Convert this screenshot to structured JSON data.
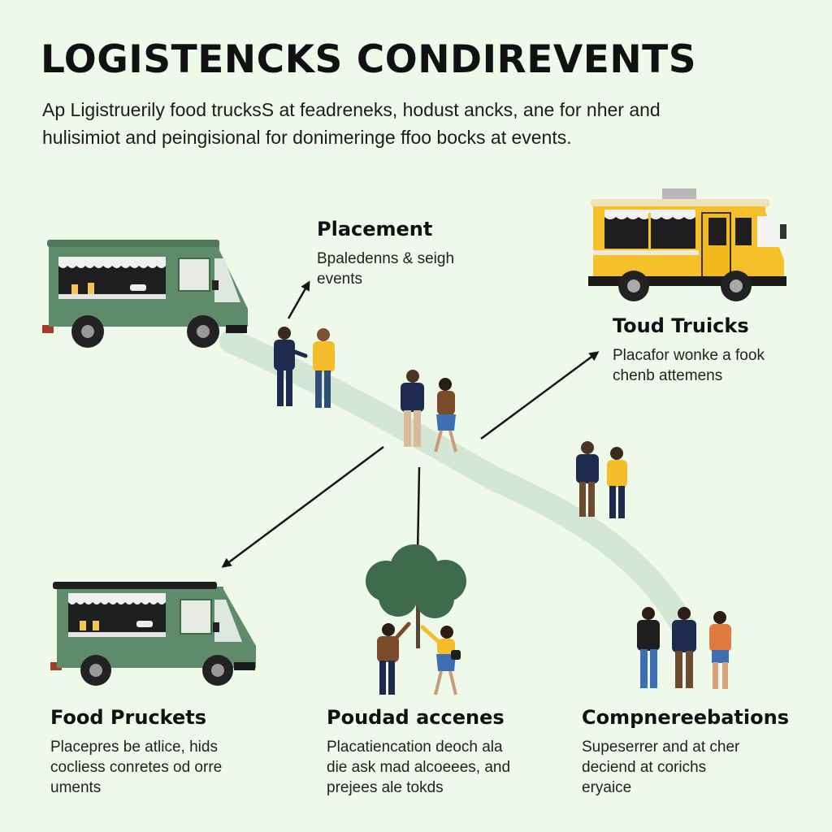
{
  "title": "LOGISTENCKS CONDIREVENTS",
  "subtitle": [
    "Ap Ligistruerily food trucksS at feadreneks, hodust ancks, ane for nher and",
    "hulisimiot and peingisional for donimeringe ffoo bocks at events."
  ],
  "blocks": {
    "placement": {
      "heading": "Placement",
      "lines": [
        "Bpaledenns & seigh",
        "events"
      ]
    },
    "toud_trucks": {
      "heading": "Toud Truicks",
      "lines": [
        "Placafor wonke a fook",
        "chenb attemens"
      ]
    },
    "food_pruckets": {
      "heading": "Food Pruckets",
      "lines": [
        "Placepres be atlice, hids",
        "cocliess conretes od orre",
        "uments"
      ]
    },
    "poudad_accenes": {
      "heading": "Poudad accenes",
      "lines": [
        "Placatiencation deoch ala",
        "die ask mad alcoeees, and",
        "prejees ale tokds"
      ]
    },
    "compnereebations": {
      "heading": "Compnereebations",
      "lines": [
        "Supeserrer and at cher",
        "deciend at corichs",
        "eryaice"
      ]
    }
  },
  "colors": {
    "background": "#eef9ea",
    "truck_green": "#5e8c6a",
    "truck_yellow": "#f6c02b",
    "path": "#d4e6d4",
    "navy": "#1e2b4e",
    "yellow_shirt": "#f4bd2c",
    "brown_shirt": "#7b4a2a",
    "orange_shirt": "#e07a3e",
    "tree_green": "#3e6b4d"
  },
  "icons": [
    "green-food-truck-icon",
    "yellow-food-truck-icon",
    "tree-icon",
    "person-icon",
    "arrow-icon"
  ]
}
